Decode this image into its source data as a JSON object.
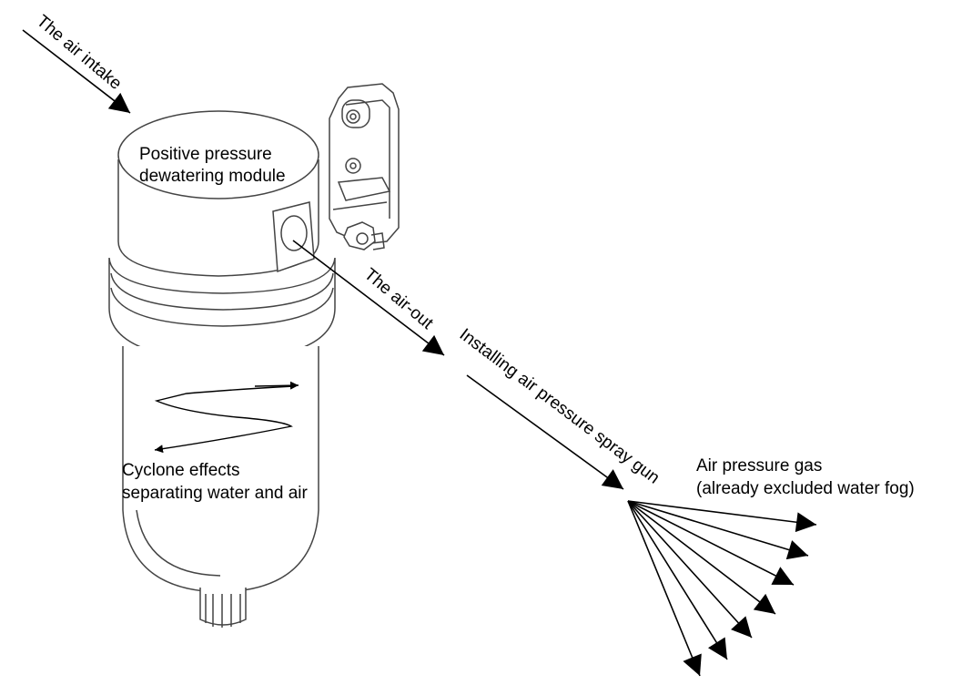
{
  "labels": {
    "air_intake": "The air intake",
    "module_line1": "Positive pressure",
    "module_line2": "dewatering module",
    "air_out": "The air-out",
    "spray_gun": "Installing air pressure spray gun",
    "cyclone_line1": "Cyclone effects",
    "cyclone_line2": "separating water and air",
    "gas_line1": "Air pressure gas",
    "gas_line2": "(already excluded water fog)"
  },
  "colors": {
    "line": "#000000",
    "outline": "#444444",
    "background": "#ffffff"
  }
}
